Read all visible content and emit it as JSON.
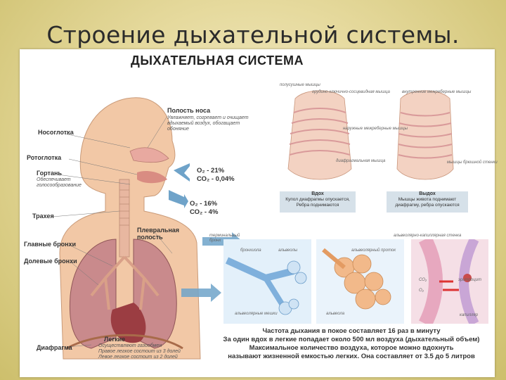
{
  "slide_title": "Строение дыхательной системы.",
  "panel_title": "ДЫХАТЕЛЬНАЯ СИСТЕМА",
  "labels": {
    "nasal_cavity": "Полость носа",
    "nasal_cavity_desc": [
      "Увлажняет, согревает и очищает",
      "вдыхаемый воздух, обогащает",
      "обоняние"
    ],
    "nasopharynx": "Носоглотка",
    "oropharynx": "Ротоглотка",
    "larynx": "Гортань",
    "larynx_desc": [
      "Обеспечивает",
      "голосообразование"
    ],
    "trachea": "Трахея",
    "main_bronchi": "Главные бронхи",
    "lobar_bronchi": "Долевые бронхи",
    "pleural_cavity": [
      "Плевральная",
      "полость"
    ],
    "lungs": "Легкие",
    "lungs_desc": [
      "Осуществляют газообмен",
      "Правое легкое состоит из 3 долей",
      "Левое легкое состоит из 2 долей"
    ],
    "diaphragm": "Диафрагма"
  },
  "gas_inhaled": {
    "o2": "О₂   -  21%",
    "co2": "СО₂  -  0,04%"
  },
  "gas_exhaled": {
    "o2": "О₂   -  16%",
    "co2": "СО₂  -   4%"
  },
  "inhale_box": {
    "title": "Вдох",
    "text": [
      "Купол диафрагмы опускается,",
      "Ребра поднимаются"
    ]
  },
  "exhale_box": {
    "title": "Выдох",
    "text": [
      "Мышцы живота поднимают",
      "диафрагму, ребра опускаются"
    ]
  },
  "chest_labels": {
    "a": "полусушные мышцы",
    "b": "грудино-ключично-сосцевидная мышца",
    "c": "наружные межреберные мышцы",
    "d": "диафрагмальная мышца",
    "e": "внутренние межреберные мышцы",
    "f": "мышцы брюшной стенки"
  },
  "alveoli_labels": {
    "bronchiole": "бронхиола",
    "alveoli": "альвеолы",
    "alveolar_sacs": "альвеолярные мешки",
    "alveolar_duct": "альвеолярный проток",
    "alveoli2": "альвеола",
    "capillary_wall": "альвеолярно-капиллярная стенка",
    "capillary": "капилляр",
    "red_cell": "эритроцит",
    "co2": "СО₂",
    "o2": "О₂",
    "terminal_bronchiole": [
      "терминальный",
      "бронх"
    ]
  },
  "info": [
    "Частота дыхания в покое составляет 16 раз в минуту",
    "За один вдох в легкие попадает около 500 мл воздуха (дыхательный объем)",
    "Максимальное количество воздуха, которое можно вдохнуть",
    "называют жизненной емкостью легких. Она составляет от 3.5 до 5 литров"
  ],
  "colors": {
    "background": "#e6da9e",
    "skin": "#f2c8a6",
    "lung": "#c98a8c",
    "arrow": "#6fa3c9"
  }
}
